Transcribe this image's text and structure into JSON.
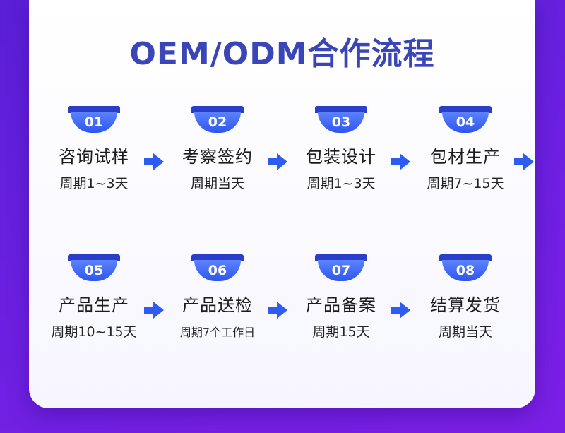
{
  "title": "OEM/ODM合作流程",
  "steps": [
    {
      "num": "01",
      "name": "咨询试样",
      "period": "周期1~3天"
    },
    {
      "num": "02",
      "name": "考察签约",
      "period": "周期当天"
    },
    {
      "num": "03",
      "name": "包装设计",
      "period": "周期1~3天"
    },
    {
      "num": "04",
      "name": "包材生产",
      "period": "周期7~15天"
    },
    {
      "num": "05",
      "name": "产品生产",
      "period": "周期10~15天"
    },
    {
      "num": "06",
      "name": "产品送检",
      "period": "周期7个工作日"
    },
    {
      "num": "07",
      "name": "产品备案",
      "period": "周期15天"
    },
    {
      "num": "08",
      "name": "结算发货",
      "period": "周期当天"
    }
  ],
  "colors": {
    "accent": "#3a45b8",
    "badge": "#2e56ee",
    "background": "#6a20e0"
  }
}
